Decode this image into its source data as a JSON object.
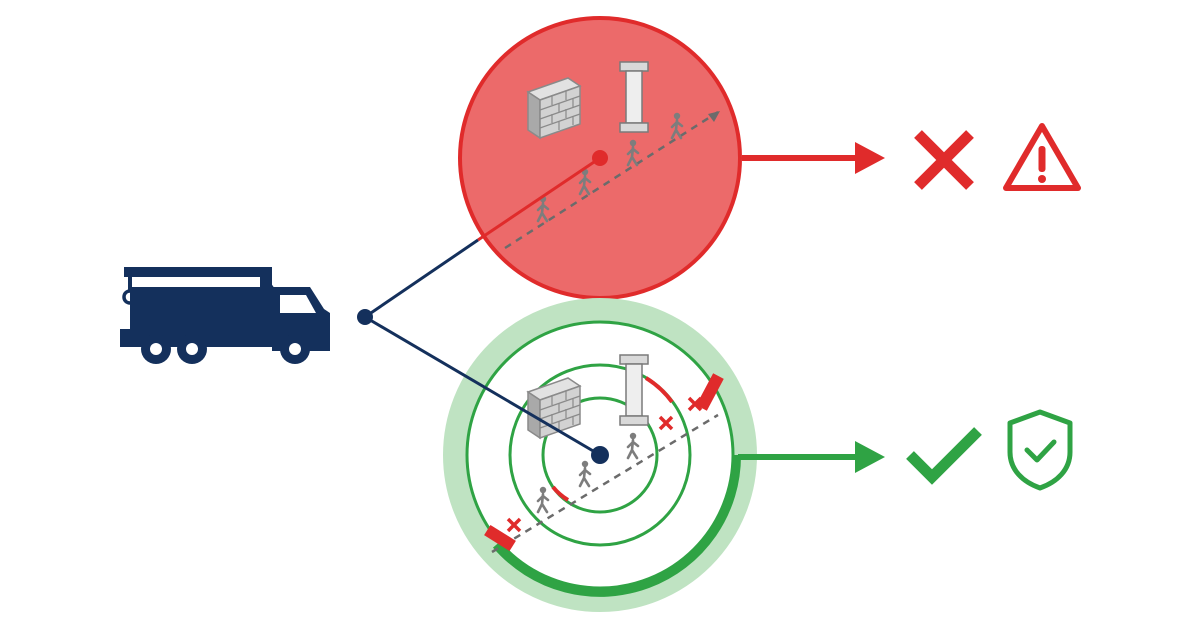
{
  "colors": {
    "navy": "#14305c",
    "red": "#e02b2b",
    "red_fill": "#ec6a6a",
    "green": "#2fa344",
    "green_light": "#bfe3c2",
    "stone": "#c9c9c9",
    "stone_dark": "#8a8a8a",
    "person": "#8f8f8f"
  },
  "icons": {
    "vehicle": "crane-truck-icon",
    "unsafe_outcome": "cross-icon",
    "unsafe_alert": "warning-triangle-icon",
    "safe_outcome": "checkmark-icon",
    "safe_alert": "shield-check-icon",
    "obstacle_a": "brick-wall-icon",
    "obstacle_b": "pillar-icon",
    "person": "pedestrian-icon"
  },
  "scenarios": [
    {
      "id": "unsafe",
      "state": "no-zone-control",
      "pedestrians": 4
    },
    {
      "id": "safe",
      "state": "ring-zones-control",
      "rings": 3,
      "pedestrians": 3,
      "blocked_markers": 3
    }
  ]
}
